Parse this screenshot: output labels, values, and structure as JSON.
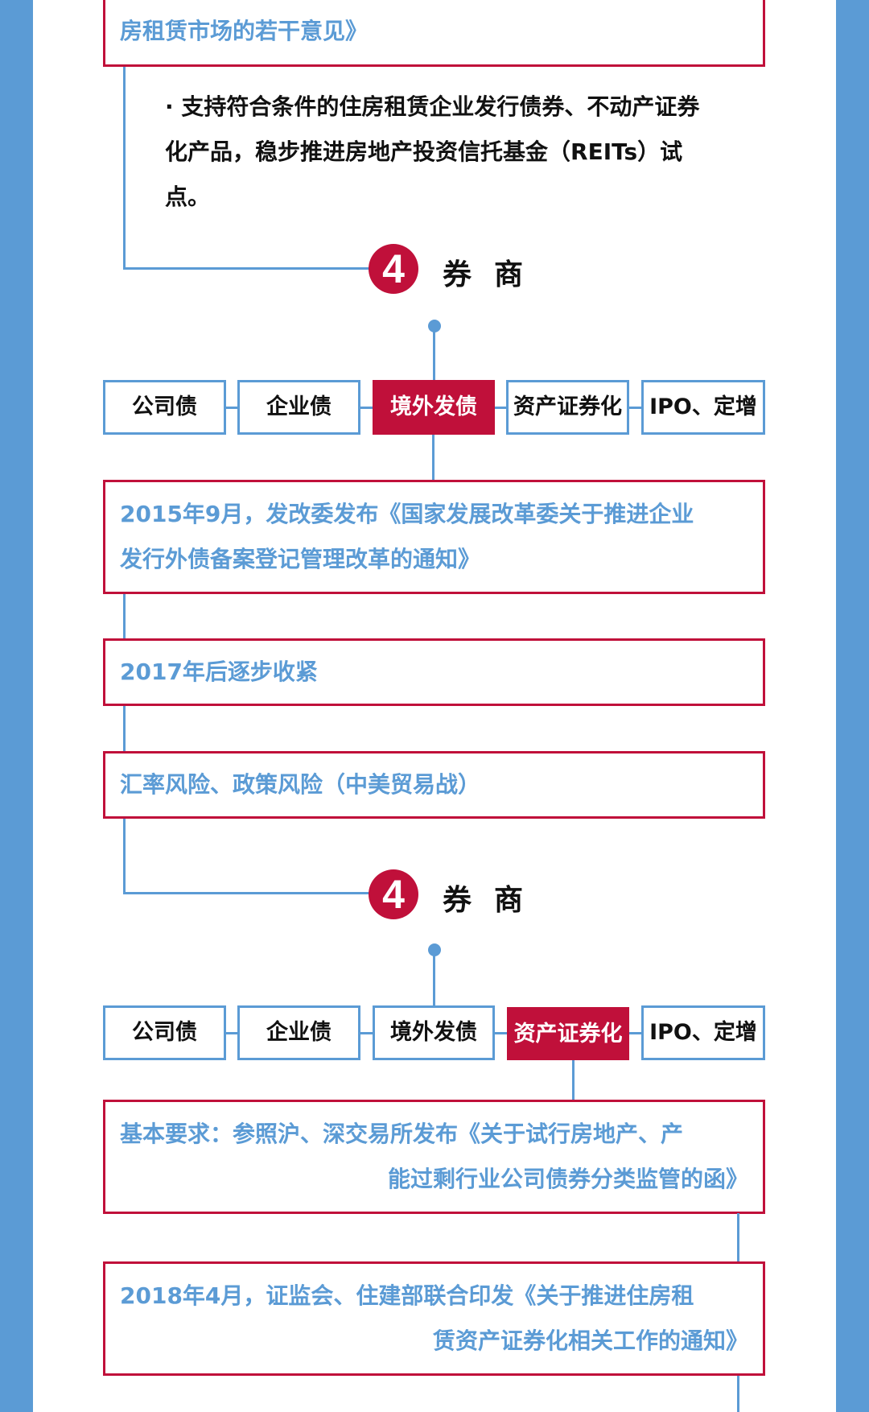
{
  "colors": {
    "accent_blue": "#5b9bd5",
    "accent_red": "#c0103a",
    "text_dark": "#111111"
  },
  "top_box": {
    "lines": [
      "房租赁市场的若干意见》"
    ]
  },
  "bullet": {
    "lines": [
      "· 支持符合条件的住房租赁企业发行债券、不动产证券",
      "化产品，稳步推进房地产投资信托基金（REITs）试",
      "点。"
    ]
  },
  "sections": [
    {
      "number": "4",
      "title": "券商",
      "categories": [
        {
          "label": "公司债",
          "active": false
        },
        {
          "label": "企业债",
          "active": false
        },
        {
          "label": "境外发债",
          "active": true
        },
        {
          "label": "资产证券化",
          "active": false
        },
        {
          "label": "IPO、定增",
          "active": false
        }
      ],
      "boxes": [
        {
          "lines": [
            "2015年9月，发改委发布《国家发展改革委关于推进企业",
            "发行外债备案登记管理改革的通知》"
          ]
        },
        {
          "lines": [
            "2017年后逐步收紧"
          ]
        },
        {
          "lines": [
            "汇率风险、政策风险（中美贸易战）"
          ]
        }
      ]
    },
    {
      "number": "4",
      "title": "券商",
      "categories": [
        {
          "label": "公司债",
          "active": false
        },
        {
          "label": "企业债",
          "active": false
        },
        {
          "label": "境外发债",
          "active": false
        },
        {
          "label": "资产证券化",
          "active": true
        },
        {
          "label": "IPO、定增",
          "active": false
        }
      ],
      "boxes": [
        {
          "lines": [
            "基本要求：参照沪、深交易所发布《关于试行房地产、产",
            "能过剩行业公司债券分类监管的函》"
          ]
        },
        {
          "lines": [
            "2018年4月，证监会、住建部联合印发《关于推进住房租",
            "赁资产证券化相关工作的通知》"
          ]
        }
      ]
    }
  ]
}
